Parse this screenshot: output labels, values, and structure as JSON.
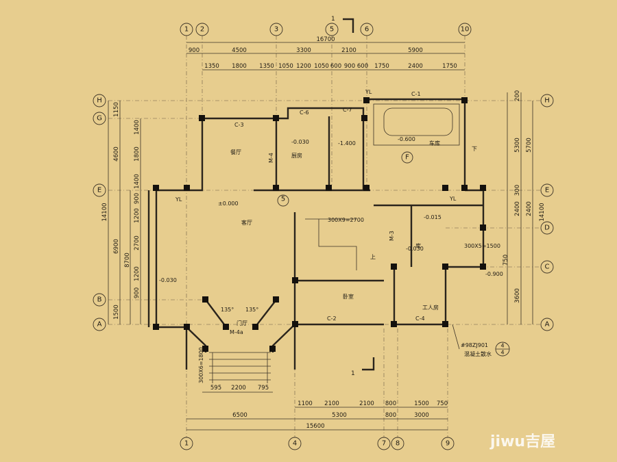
{
  "plan": {
    "grid_top": [
      "1",
      "2",
      "3",
      "5",
      "6",
      "10"
    ],
    "grid_bottom": [
      "1",
      "4",
      "7",
      "8",
      "9"
    ],
    "grid_left": [
      "H",
      "G",
      "E",
      "B",
      "A"
    ],
    "grid_right": [
      "H",
      "E",
      "D",
      "C",
      "A"
    ],
    "dims_top_total": "16700",
    "dims_top_row1": [
      "900",
      "4500",
      "3300",
      "2100",
      "5900"
    ],
    "dims_top_row2": [
      "1350",
      "1800",
      "1350",
      "1050",
      "1200",
      "1050",
      "600",
      "900",
      "600",
      "1750",
      "2400",
      "1750"
    ],
    "dims_bottom_row1": [
      "1100",
      "2100",
      "2100",
      "800",
      "1500",
      "750"
    ],
    "dims_bottom_row2": [
      "6500",
      "5300",
      "800",
      "3000"
    ],
    "dims_bottom_total": "15600",
    "dims_bottom_stair": [
      "595",
      "2200",
      "795"
    ],
    "dims_left_outer": [
      "1150",
      "4600",
      "6900",
      "1500"
    ],
    "dims_left_inner": [
      "1400",
      "1800",
      "1400",
      "900",
      "1200",
      "2700",
      "1200",
      "900"
    ],
    "dims_left_total": "14100",
    "dims_left_8700": "8700",
    "dims_right_inner": [
      "200",
      "5300",
      "300",
      "2400",
      "750",
      "3600"
    ],
    "dims_right_outer": [
      "5700",
      "2400"
    ],
    "dims_right_total": "14100",
    "levels": [
      "±0.000",
      "-0.030",
      "-1.400",
      "-0.600",
      "-0.015",
      "-0.030",
      "-0.900",
      "-0.030"
    ],
    "room_labels": [
      "餐厅",
      "厨房",
      "车库",
      "客厅",
      "卧室",
      "工人房",
      "门厅",
      "库"
    ],
    "marks": {
      "section_top": "1",
      "section_bottom": "1",
      "detail_f": "F",
      "detail_5": "5",
      "stair_note": "300X9=2700",
      "stair_note2": "300X5=1500",
      "stair_note3": "300X6=1800",
      "ref_code": "#98ZJ901",
      "ref_num": "4",
      "ref_den": "4",
      "ref_note": "混凝土散水",
      "yl1": "YL",
      "yl2": "YL",
      "yl3": "YL",
      "angle1": "135°",
      "angle2": "135°",
      "door_m4a": "M-4a",
      "c1": "C-1",
      "c2": "C-2",
      "c3": "C-3",
      "c4": "C-4",
      "c6": "C-6",
      "c7": "C-7",
      "m4": "M-4",
      "m3": "M-3",
      "dn": "下",
      "up": "上"
    },
    "watermark": "jiwu吉屋"
  }
}
